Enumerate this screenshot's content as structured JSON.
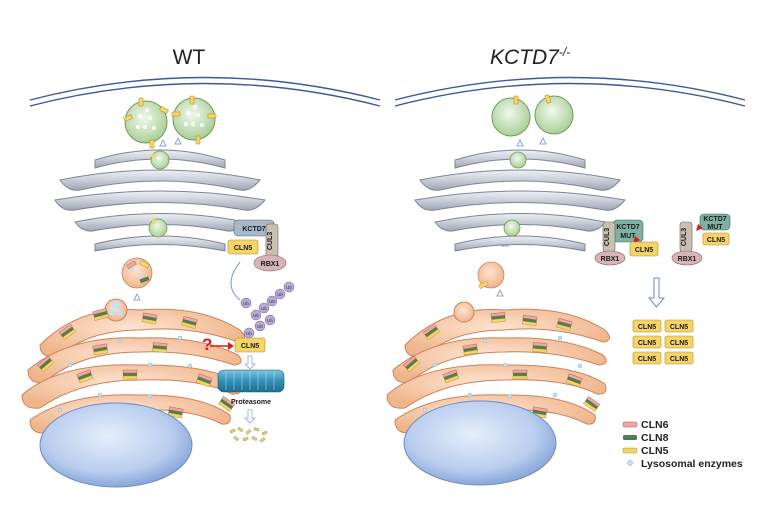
{
  "panels": {
    "wt": {
      "title": "WT"
    },
    "ko": {
      "title_main": "KCTD7",
      "title_sup": "-/-"
    }
  },
  "wt_complex": {
    "kctd7": "KCTD7",
    "cul3": "CUL3",
    "cln5": "CLN5",
    "rbx1": "RBX1",
    "ub": "Ub",
    "question": "?",
    "cln5_target": "CLN5",
    "proteasome": "Proteasome"
  },
  "ko_complex": {
    "kctd7_mut_line1": "KCTD7",
    "kctd7_mut_line2": "MUT",
    "cul3": "CUL3",
    "cln5": "CLN5",
    "rbx1": "RBX1",
    "cln5_accumulated": [
      "CLN5",
      "CLN5",
      "CLN5",
      "CLN5",
      "CLN5",
      "CLN5"
    ]
  },
  "legend": [
    {
      "label": "CLN6",
      "color": "#f2a6a0"
    },
    {
      "label": "CLN8",
      "color": "#4f7f4f"
    },
    {
      "label": "CLN5",
      "color": "#f5d46a"
    },
    {
      "label": "Lysosomal enzymes",
      "color": "#bfe2f5"
    }
  ],
  "colors": {
    "er": "#f6c7a8",
    "er_stroke": "#c9845f",
    "nucleus": "#b9cdee",
    "golgi": "#cfd3dc",
    "lysosome_green": "#cfe6c2",
    "membrane": "#3c5a9a",
    "cln5": "#f5d46a",
    "ub": "#b7a9d8"
  }
}
